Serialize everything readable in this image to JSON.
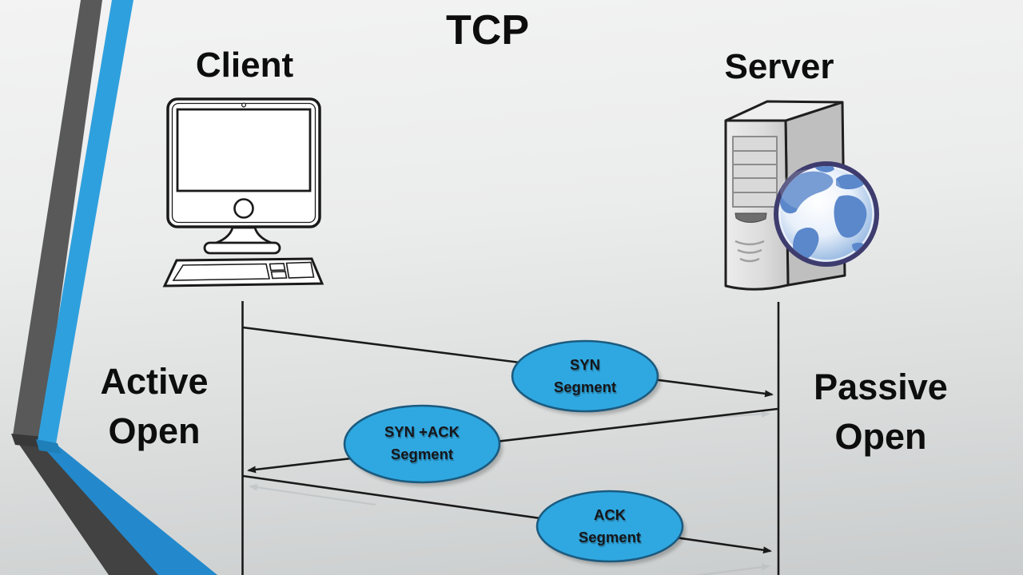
{
  "slide": {
    "title": "TCP",
    "client": {
      "label": "Client"
    },
    "server": {
      "label": "Server"
    },
    "client_role": {
      "lines": [
        "Active",
        "Open"
      ]
    },
    "server_role": {
      "lines": [
        "Passive",
        "Open"
      ]
    },
    "messages": [
      {
        "name": "syn",
        "lines": [
          "SYN",
          "Segment"
        ],
        "direction": "client-to-server"
      },
      {
        "name": "syn-ack",
        "lines": [
          "SYN +ACK",
          "Segment"
        ],
        "direction": "server-to-client"
      },
      {
        "name": "ack",
        "lines": [
          "ACK",
          "Segment"
        ],
        "direction": "client-to-server"
      }
    ],
    "colors": {
      "message_ellipse_fill": "#2FA8E1",
      "message_ellipse_stroke": "#1B5B80",
      "stripe_blue": "#2B97D6",
      "stripe_blue_dark": "#1F7FB8",
      "stripe_gray": "#555555",
      "stripe_gray_dark": "#3D3D3D",
      "line": "#1A1A1A",
      "text": "#0D0D0D"
    },
    "icons": {
      "client": "desktop-computer-icon",
      "server": "server-tower-globe-icon"
    }
  }
}
